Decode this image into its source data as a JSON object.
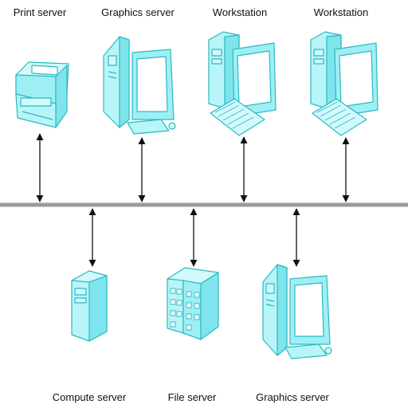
{
  "colors": {
    "device_fill": "#9EEFF4",
    "device_light": "#D2FAFC",
    "device_stroke": "#2BB9C3",
    "screen": "#FFFFFF",
    "bus": "#9B9B9B",
    "arrow": "#111111"
  },
  "top_devices": {
    "print_server": {
      "label": "Print server",
      "icon": "printer-icon"
    },
    "graphics_server": {
      "label": "Graphics server",
      "icon": "desktop-computer-icon"
    },
    "workstation_1": {
      "label": "Workstation",
      "icon": "workstation-computer-icon"
    },
    "workstation_2": {
      "label": "Workstation",
      "icon": "workstation-computer-icon"
    }
  },
  "bottom_devices": {
    "compute_server": {
      "label": "Compute server",
      "icon": "tower-server-icon"
    },
    "file_server": {
      "label": "File server",
      "icon": "file-server-rack-icon"
    },
    "graphics_server": {
      "label": "Graphics server",
      "icon": "desktop-computer-icon"
    }
  },
  "bus": {
    "icon": "network-bus-line"
  }
}
